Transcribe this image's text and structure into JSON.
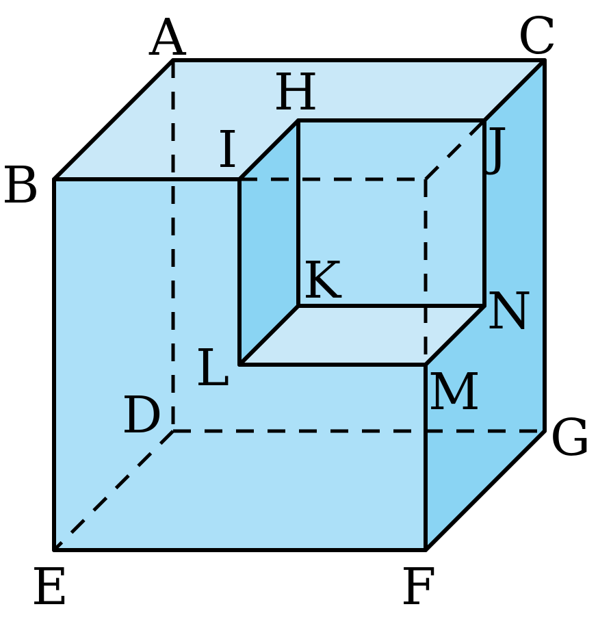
{
  "diagram": {
    "vertex_labels": {
      "A": "A",
      "B": "B",
      "C": "C",
      "D": "D",
      "E": "E",
      "F": "F",
      "G": "G",
      "H": "H",
      "I": "I",
      "J": "J",
      "K": "K",
      "L": "L",
      "M": "M",
      "N": "N"
    },
    "colors": {
      "top_face": "#c9e8f8",
      "front_face": "#ace0f8",
      "side_face": "#8ad4f3",
      "edge": "#000000"
    }
  }
}
